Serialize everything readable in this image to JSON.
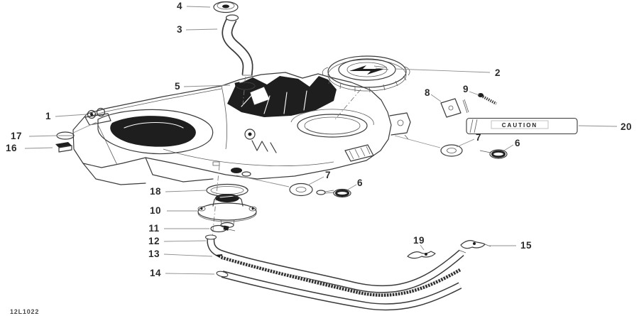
{
  "document": {
    "sheet_code": "12L1022",
    "background_color": "#ffffff",
    "ink_color": "#3a3a3a",
    "label_color": "#2b2b2b"
  },
  "caution_label": {
    "text": "CAUTION"
  },
  "callouts": [
    {
      "number": "4"
    },
    {
      "number": "3"
    },
    {
      "number": "5"
    },
    {
      "number": "1"
    },
    {
      "number": "17"
    },
    {
      "number": "16"
    },
    {
      "number": "2"
    },
    {
      "number": "8"
    },
    {
      "number": "9"
    },
    {
      "number": "20"
    },
    {
      "number": "7"
    },
    {
      "number": "6"
    },
    {
      "number": "7"
    },
    {
      "number": "6"
    },
    {
      "number": "18"
    },
    {
      "number": "10"
    },
    {
      "number": "11"
    },
    {
      "number": "12"
    },
    {
      "number": "13"
    },
    {
      "number": "14"
    },
    {
      "number": "19"
    },
    {
      "number": "15"
    }
  ]
}
